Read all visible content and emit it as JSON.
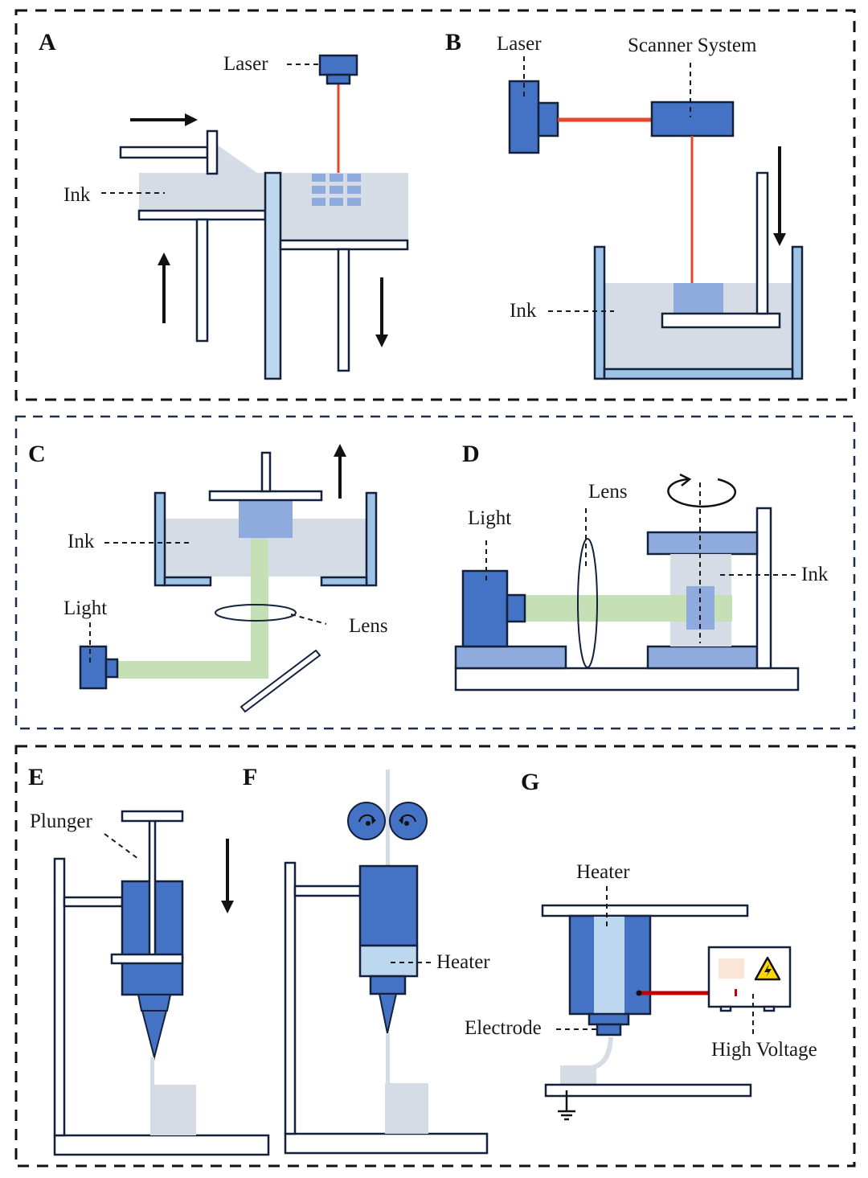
{
  "figure": {
    "panels": {
      "A": {
        "letter": "A",
        "labels": {
          "laser": "Laser",
          "ink": "Ink"
        }
      },
      "B": {
        "letter": "B",
        "labels": {
          "laser": "Laser",
          "scanner": "Scanner System",
          "ink": "Ink"
        }
      },
      "C": {
        "letter": "C",
        "labels": {
          "ink": "Ink",
          "light": "Light",
          "lens": "Lens"
        }
      },
      "D": {
        "letter": "D",
        "labels": {
          "light": "Light",
          "lens": "Lens",
          "ink": "Ink"
        }
      },
      "E": {
        "letter": "E",
        "labels": {
          "plunger": "Plunger"
        }
      },
      "F": {
        "letter": "F",
        "labels": {
          "heater": "Heater"
        }
      },
      "G": {
        "letter": "G",
        "labels": {
          "heater": "Heater",
          "electrode": "Electrode",
          "high_voltage": "High Voltage"
        }
      }
    },
    "icons": [
      "warning-high-voltage-icon",
      "ground-icon",
      "rotation-icon",
      "roller-rotation-icon"
    ],
    "colors": {
      "component_blue": "#4472c4",
      "medium_blue": "#8faadc",
      "pale_blue": "#bdd7ee",
      "ink_gray": "#d6dce5",
      "light_beam_green": "#c5e0b4",
      "laser_red": "#e8452c",
      "wire_red": "#c00000",
      "outline": "#14213d"
    }
  }
}
